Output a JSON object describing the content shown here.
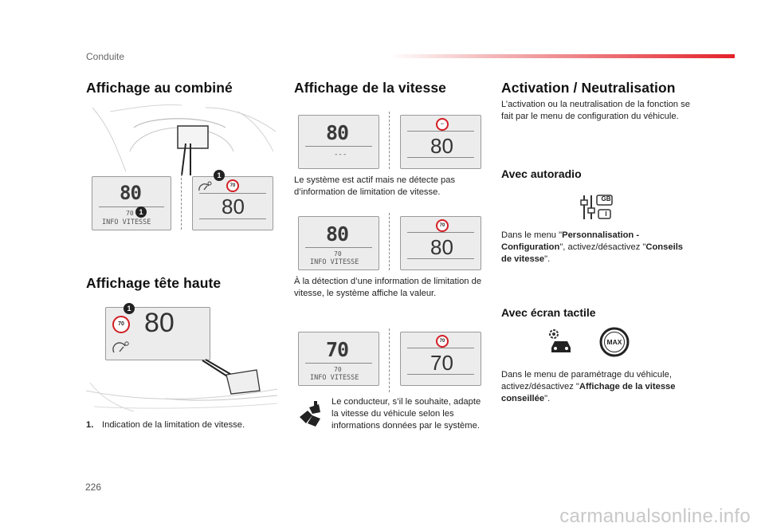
{
  "header": {
    "section": "Conduite"
  },
  "footer": {
    "page_number": "226",
    "watermark": "carmanualsonline.info"
  },
  "col1": {
    "title1": "Affichage au combiné",
    "title2": "Affichage tête haute",
    "lcd_speed": "80",
    "lcd_small_speed": "70",
    "lcd_info_label": "INFO VITESSE",
    "sign_speed": "70",
    "big_speed": "80",
    "callout": "1",
    "hud_speed": "80",
    "note_num": "1.",
    "note_text": "Indication de la limitation de vitesse."
  },
  "col2": {
    "title": "Affichage de la vitesse",
    "row1": {
      "left_speed": "80",
      "left_sub": "---",
      "sign": "--",
      "right_speed": "80"
    },
    "text1": "Le système est actif mais ne détecte pas d’information de limitation de vitesse.",
    "row2": {
      "left_speed": "80",
      "left_small": "70",
      "left_label": "INFO VITESSE",
      "sign": "70",
      "right_speed": "80"
    },
    "text2": "À la détection d’une information de limitation de vitesse, le système affiche la valeur.",
    "row3": {
      "left_speed": "70",
      "left_small": "70",
      "left_label": "INFO VITESSE",
      "sign": "70",
      "right_speed": "70"
    },
    "text3": "Le conducteur, s’il le souhaite, adapte la vitesse du véhicule selon les informations données par le système."
  },
  "col3": {
    "title": "Activation / Neutralisation",
    "intro": "L’activation ou la neutralisation de la fonction se fait par le menu de configuration du véhicule.",
    "autoradio_title": "Avec autoradio",
    "gb_label": "GB",
    "i_label": "I",
    "autoradio_text_pre": "Dans le menu \"",
    "autoradio_menu": "Personnalisation - Configuration",
    "autoradio_text_mid": "\", activez/désactivez \"",
    "autoradio_option": "Conseils de vitesse",
    "autoradio_text_post": "\".",
    "touch_title": "Avec écran tactile",
    "max_label": "MAX",
    "touch_text_pre": "Dans le menu de paramétrage du véhicule, activez/désactivez \"",
    "touch_option": "Affichage de la vitesse conseillée",
    "touch_text_post": "\"."
  },
  "colors": {
    "accent": "#e3222a",
    "sign_red": "#d21f26",
    "lcd_bg": "#ececec"
  }
}
